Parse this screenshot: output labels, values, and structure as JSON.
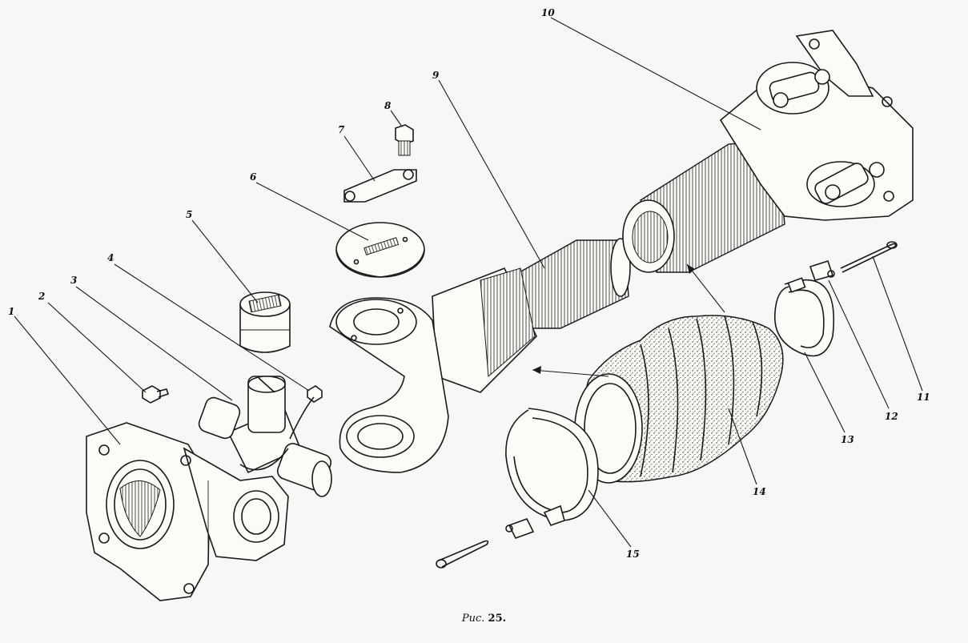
{
  "figure": {
    "caption_prefix": "Рис.",
    "caption_number": "25."
  },
  "callouts": [
    "1",
    "2",
    "3",
    "4",
    "5",
    "6",
    "7",
    "8",
    "9",
    "10",
    "11",
    "12",
    "13",
    "14",
    "15"
  ]
}
